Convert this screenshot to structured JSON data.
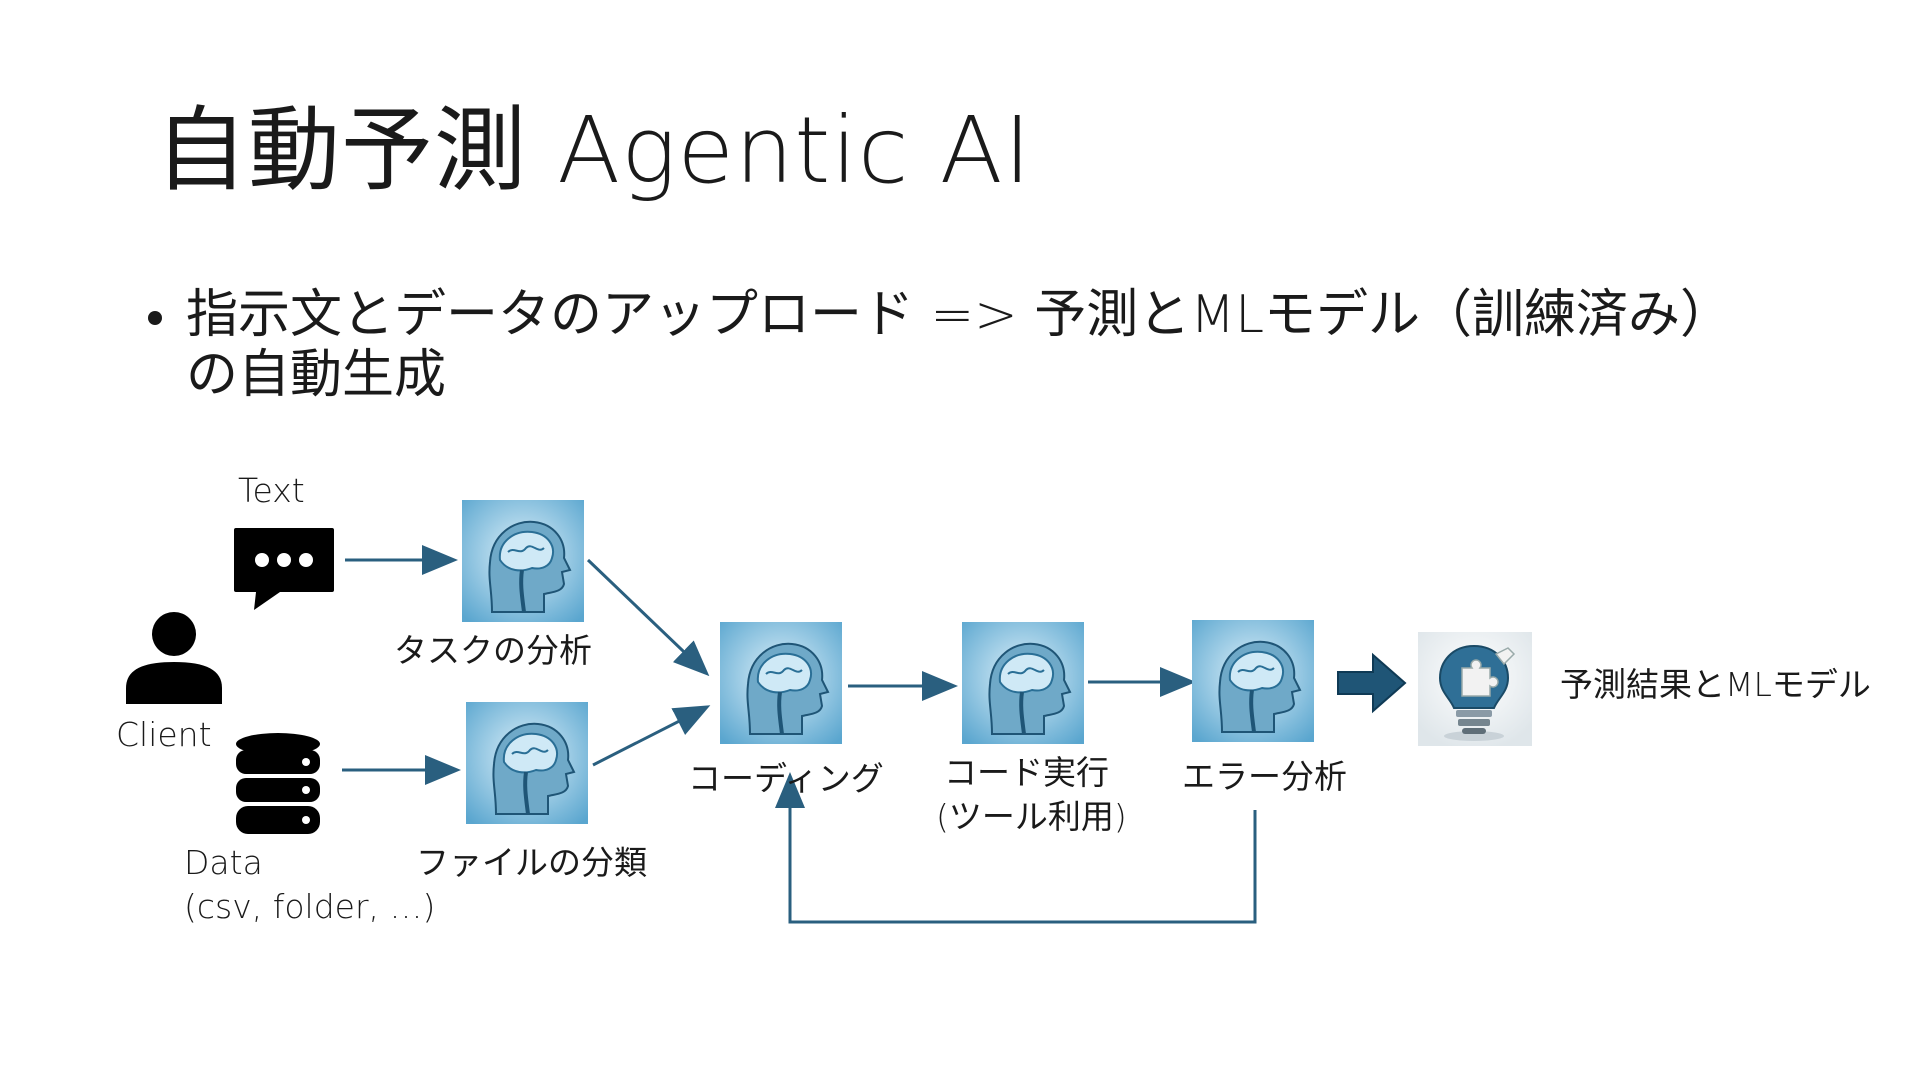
{
  "slide": {
    "title": "自動予測 Agentic AI",
    "bullet": "指示文とデータのアップロード => 予測とMLモデル（訓練済み）の自動生成"
  },
  "diagram": {
    "client_label": "Client",
    "text_label": "Text",
    "data_label_line1": "Data",
    "data_label_line2": "(csv, folder, …)",
    "task_analysis_label": "タスクの分析",
    "file_classify_label": "ファイルの分類",
    "coding_label": "コーディング",
    "code_exec_label_line1": "コード実行",
    "code_exec_label_line2": "(ツール利用)",
    "error_analysis_label": "エラー分析",
    "result_label": "予測結果とMLモデル",
    "colors": {
      "arrow": "#2a5f7f",
      "big_arrow": "#1f5576",
      "brain_bg": "#8cc8e4"
    }
  }
}
